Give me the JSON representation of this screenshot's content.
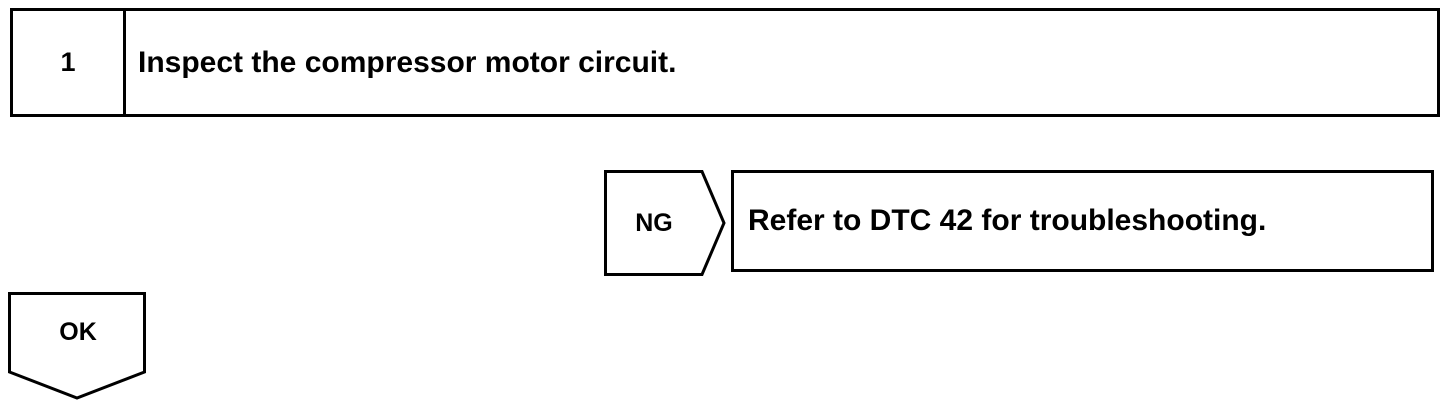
{
  "step": {
    "number": "1",
    "title": "Inspect the compressor motor circuit."
  },
  "ng_branch": {
    "label": "NG",
    "result": "Refer to DTC 42 for troubleshooting."
  },
  "ok_branch": {
    "label": "OK"
  }
}
